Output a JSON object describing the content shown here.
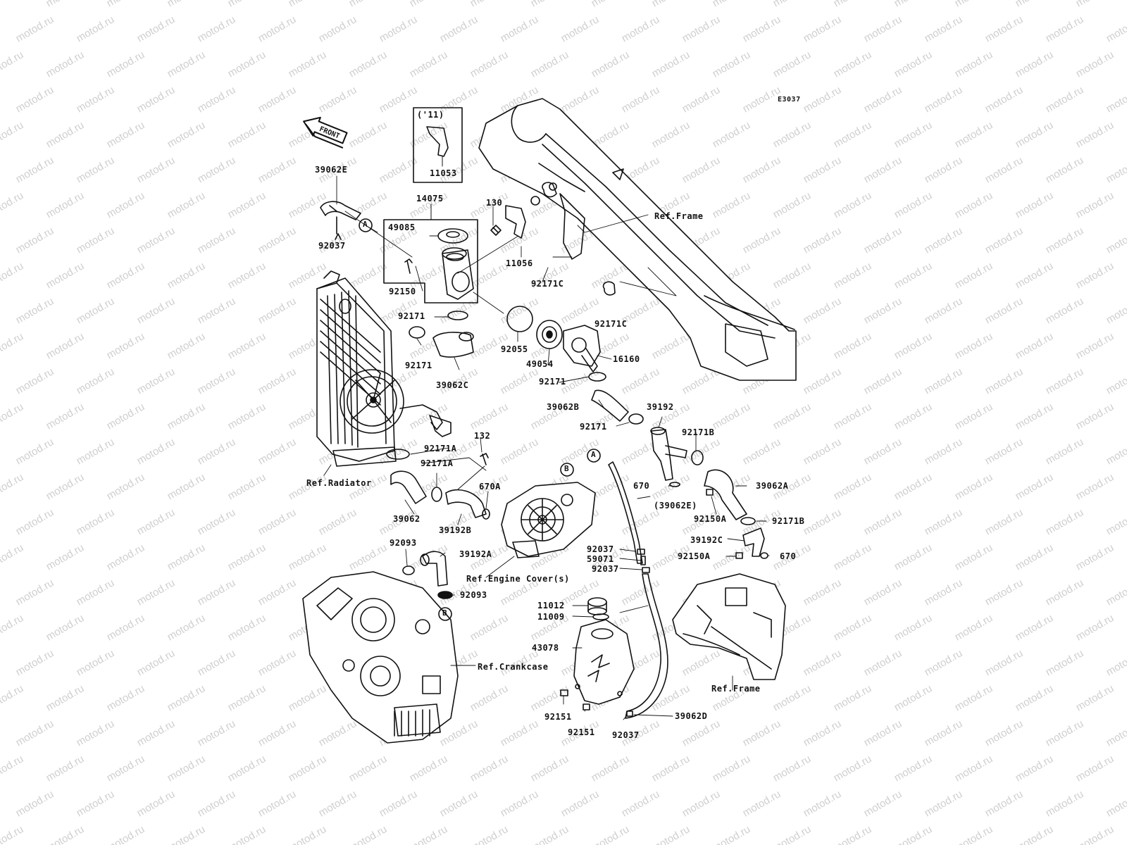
{
  "diagram_code": "E3037",
  "front_label": "FRONT",
  "watermark": "motod.ru",
  "year_note": "('11)",
  "callouts": {
    "a": "A",
    "b": "B"
  },
  "parts": {
    "p11053": "11053",
    "p14075": "14075",
    "p39062E": "39062E",
    "p92037_top": "92037",
    "p130": "130",
    "p49085": "49085",
    "p11056": "11056",
    "p92150": "92150",
    "p92171C_a": "92171C",
    "p92171C_b": "92171C",
    "p92171_a": "92171",
    "p92171_b": "92171",
    "p92055": "92055",
    "p49054": "49054",
    "p16160": "16160",
    "p39062C": "39062C",
    "p92171_c": "92171",
    "p39062B": "39062B",
    "p39192": "39192",
    "p92171_d": "92171",
    "p92171B_a": "92171B",
    "p92171A_a": "92171A",
    "p92171A_b": "92171A",
    "p132": "132",
    "p670A": "670A",
    "p670_a": "670",
    "p39062E_ref": "(39062E)",
    "p39062A": "39062A",
    "p92150A_a": "92150A",
    "p92171B_b": "92171B",
    "p39062": "39062",
    "p39192B": "39192B",
    "p39192C": "39192C",
    "p92150A_b": "92150A",
    "p670_b": "670",
    "p92037_a": "92037",
    "p59071": "59071",
    "p92037_b": "92037",
    "p92093_a": "92093",
    "p39192A": "39192A",
    "p92093_b": "92093",
    "p11012": "11012",
    "p11009": "11009",
    "p43078": "43078",
    "p92151_a": "92151",
    "p92151_b": "92151",
    "p92037_c": "92037",
    "p39062D": "39062D"
  },
  "refs": {
    "frame_top": "Ref.Frame",
    "radiator": "Ref.Radiator",
    "engine_cover": "Ref.Engine Cover(s)",
    "crankcase": "Ref.Crankcase",
    "frame_bottom": "Ref.Frame"
  },
  "colors": {
    "line": "#111111",
    "watermark": "#cfcfcf",
    "background": "#ffffff"
  }
}
